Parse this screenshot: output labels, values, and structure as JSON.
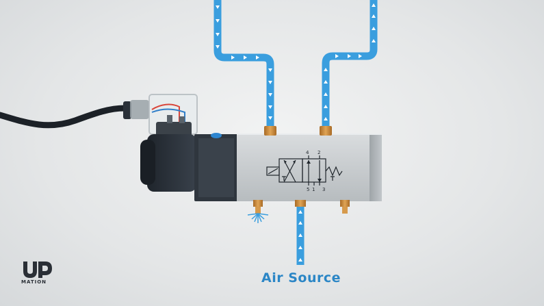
{
  "labels": {
    "air_source": "Air Source",
    "logo_text": "MATION"
  },
  "symbol": {
    "port_top_left": "4",
    "port_top_right": "2",
    "port_bottom_left": "5",
    "port_bottom_mid": "1",
    "port_bottom_right": "3",
    "tee_mark": "T"
  },
  "colors": {
    "air_tube": "#3a9ede",
    "air_arrow": "#ffffff",
    "valve_body": "#c9cdcf",
    "solenoid": "#2a3038",
    "fitting": "#c98a3a",
    "label_text": "#2b86c6"
  },
  "icons": {
    "logo": "up-logo-icon",
    "exhaust": "exhaust-spray-icon",
    "cable": "power-cable-icon"
  }
}
